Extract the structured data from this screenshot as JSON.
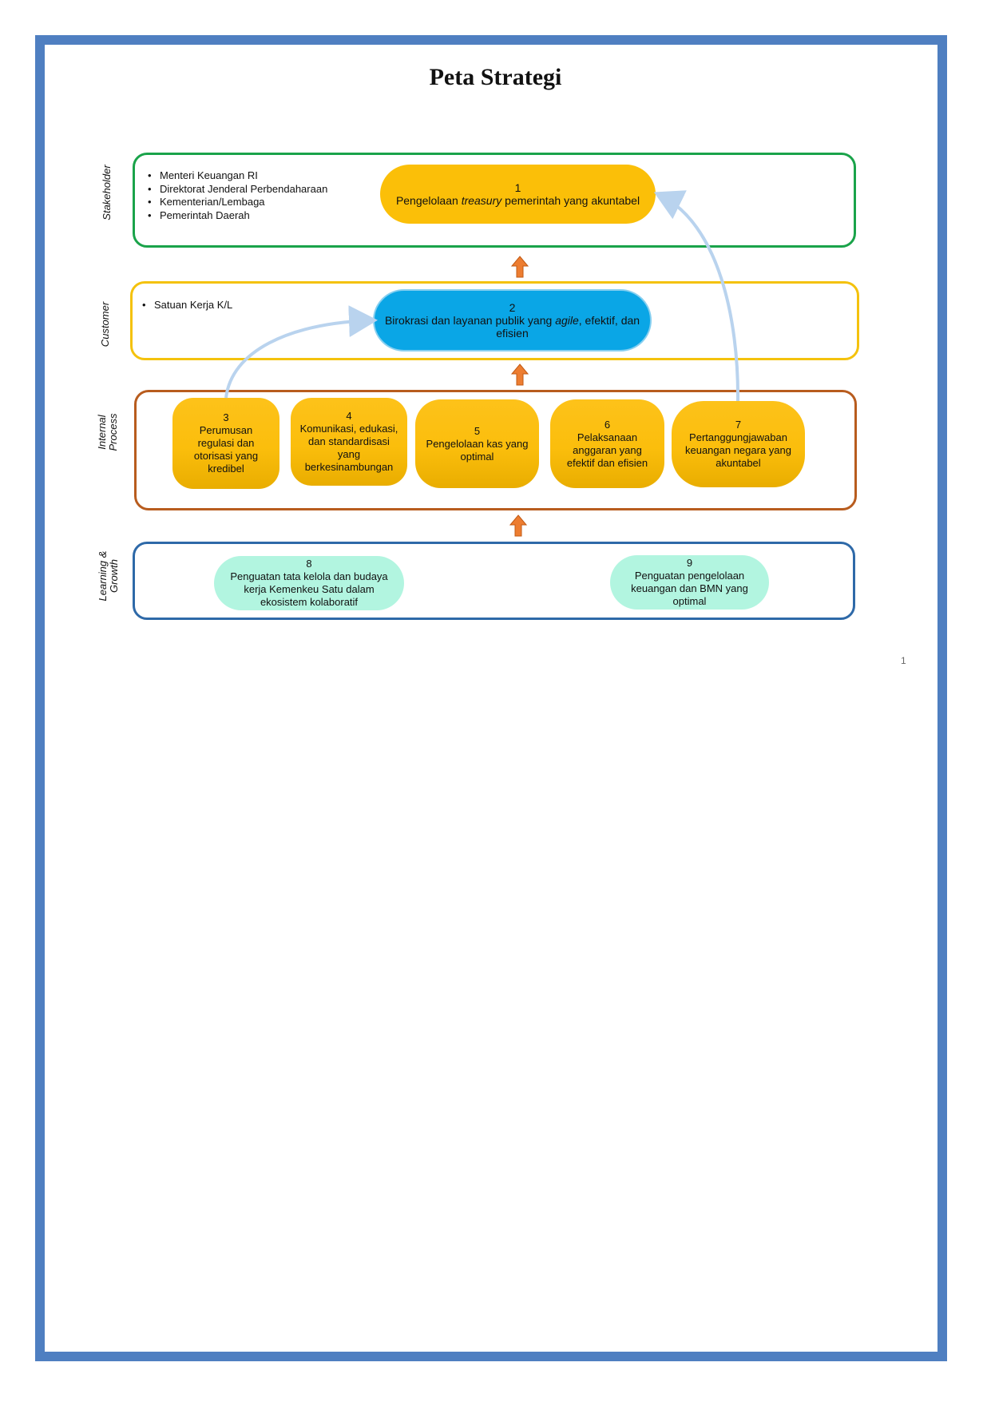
{
  "title": "Peta Strategi",
  "page_number": "1",
  "colors": {
    "frame": "#4f7fc1",
    "stakeholder": "#1aa34a",
    "customer": "#f4c20d",
    "internal": "#b85c1e",
    "learning": "#2e69a8",
    "arrow": "#ed7d31",
    "connector": "#b9d3ee"
  },
  "perspectives": {
    "stakeholder": {
      "label": "Stakeholder",
      "bullets": [
        "Menteri Keuangan RI",
        "Direktorat Jenderal Perbendaharaan",
        "Kementerian/Lembaga",
        "Pemerintah Daerah"
      ]
    },
    "customer": {
      "label": "Customer",
      "bullets": [
        "Satuan Kerja K/L"
      ]
    },
    "internal": {
      "label_line1": "Internal",
      "label_line2": "Process"
    },
    "learning": {
      "label_line1": "Learning &",
      "label_line2": "Growth"
    }
  },
  "objectives": {
    "o1": {
      "num": "1",
      "pre": "Pengelolaan ",
      "em": "treasury",
      "post": " pemerintah yang akuntabel"
    },
    "o2": {
      "num": "2",
      "pre": "Birokrasi dan layanan publik yang ",
      "em": "agile",
      "post": ", efektif, dan efisien"
    },
    "o3": {
      "num": "3",
      "label": "Perumusan regulasi dan otorisasi yang kredibel"
    },
    "o4": {
      "num": "4",
      "label": "Komunikasi, edukasi, dan standardisasi yang berkesinambungan"
    },
    "o5": {
      "num": "5",
      "label": "Pengelolaan kas yang optimal"
    },
    "o6": {
      "num": "6",
      "label": "Pelaksanaan anggaran yang efektif dan efisien"
    },
    "o7": {
      "num": "7",
      "label": "Pertanggungjawaban keuangan negara yang akuntabel"
    },
    "o8": {
      "num": "8",
      "label": "Penguatan tata kelola dan budaya kerja Kemenkeu Satu dalam ekosistem kolaboratif"
    },
    "o9": {
      "num": "9",
      "label": "Penguatan pengelolaan keuangan dan BMN yang optimal"
    }
  }
}
